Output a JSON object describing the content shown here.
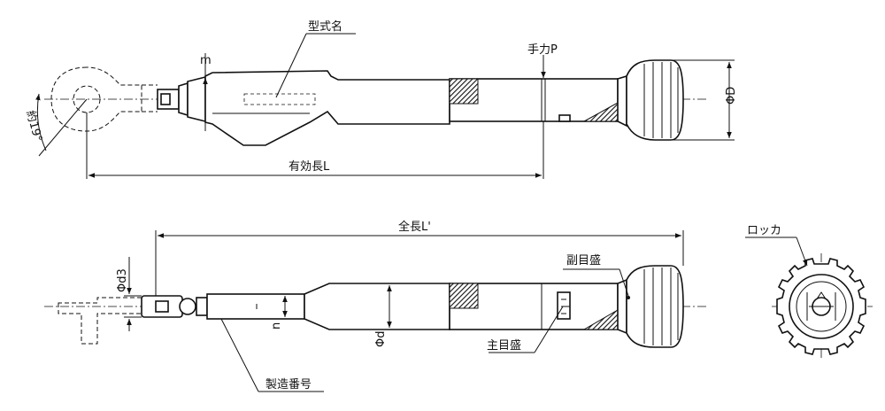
{
  "labels": {
    "model_name": "型式名",
    "hand_force_p": "手力P",
    "dim_m": "m",
    "dim_phi_D": "ΦD",
    "dim_approx_19": "約19°",
    "effective_length_l": "有効長L",
    "overall_length_l": "全長L'",
    "dim_phi_d3": "Φd3",
    "dim_n": "n",
    "dim_phi_d": "Φd",
    "sub_scale": "副目盛",
    "main_scale": "主目盛",
    "serial_number": "製造番号",
    "lock": "ロッカ"
  }
}
